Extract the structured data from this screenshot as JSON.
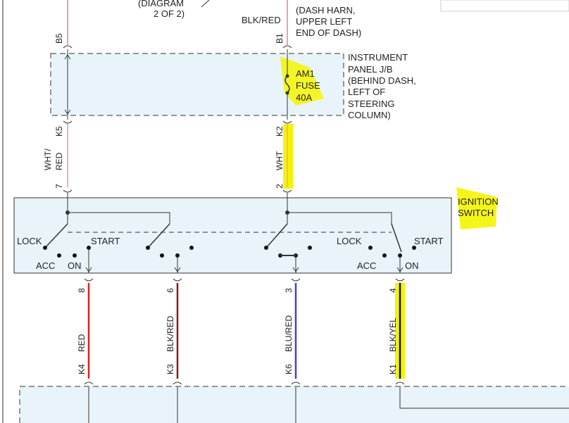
{
  "top_left": {
    "diagram_ref_line1": "(DIAGRAM",
    "diagram_ref_line2": "2 OF 2)"
  },
  "source": {
    "wire": "BLK/RED",
    "loc1": "(DASH HARN,",
    "loc2": "UPPER LEFT",
    "loc3": "END OF DASH)"
  },
  "pins_top": {
    "left": "B5",
    "right": "B1"
  },
  "junction_block": {
    "label": [
      "INSTRUMENT",
      "PANEL J/B",
      "(BEHIND DASH,",
      "LEFT OF",
      "STEERING",
      "COLUMN)"
    ],
    "fuse": [
      "AM1",
      "FUSE",
      "40A"
    ]
  },
  "pins_mid": {
    "left": "K5",
    "right": "K2"
  },
  "mid_wires": {
    "left_a": "WHT/",
    "left_b": "RED",
    "right": "WHT"
  },
  "switch_pins": {
    "left": "7",
    "right": "2"
  },
  "ignition_switch": {
    "label": [
      "IGNITION",
      "SWITCH"
    ],
    "positions": {
      "lock": "LOCK",
      "start": "START",
      "acc": "ACC",
      "on": "ON"
    }
  },
  "outputs": [
    {
      "pin": "8",
      "wire": "RED",
      "conn": "K4",
      "color": "#e0201e"
    },
    {
      "pin": "6",
      "wire": "BLK/RED",
      "conn": "K3",
      "color": "#8a1a1a"
    },
    {
      "pin": "3",
      "wire": "BLU/RED",
      "conn": "K6",
      "color": "#4a3ad8"
    },
    {
      "pin": "4",
      "wire": "BLK/YEL",
      "conn": "K1",
      "color": "#111111"
    }
  ],
  "colors": {
    "highlight": "#f4f400",
    "box_fill": "#e8f4fa",
    "wire_red": "#e0201e",
    "wire_wht": "#f0b0b0"
  }
}
